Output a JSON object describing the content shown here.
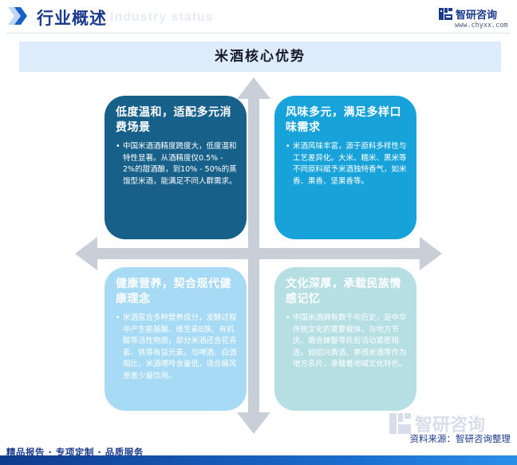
{
  "header": {
    "section_title": "行业概述",
    "ghost_text": "Industry status"
  },
  "brand": {
    "name": "智研咨询",
    "url": "www.chyxx.com"
  },
  "diagram": {
    "title": "米酒核心优势",
    "quadrants": [
      {
        "title": "低度温和，适配多元消费场景",
        "text": "中国米酒酒精度跨度大，低度温和特性显著。从酒精度仅0.5% - 2%的甜酒酿，到10% - 50%的蒸馏型米酒，能满足不同人群需求。",
        "color": "#176089"
      },
      {
        "title": "风味多元，满足多样口味需求",
        "text": "米酒风味丰富，源于原料多样性与工艺差异化。大米、糯米、黑米等不同原料赋予米酒独特香气，如米香、果香、坚果香等。",
        "color": "#17a3da"
      },
      {
        "title": "健康营养，契合现代健康理念",
        "text": "米酒富含多种营养成分，发酵过程中产生氨基酸、维生素B族、有机酸等活性物质，部分米酒还含花青素、铁等有益元素。与啤酒、白酒相比，米酒嘌呤含量低，适合痛风患者少量饮用。",
        "color": "#a7daf4"
      },
      {
        "title": "文化深厚，承载民族情感记忆",
        "text": "中国米酒拥有数千年历史，是中华传统文化的重要载体，与地方节庆、婚丧嫁娶等民俗活动紧密相连。如绍兴黄酒、孝感米酒等作为地方名片，承载着地域文化特色。",
        "color": "#b6dfe3"
      }
    ],
    "axis_color": "#c9cfd8"
  },
  "footer": {
    "tagline": "精品报告 · 专项定制 · 品质服务",
    "source": "资料来源：智研咨询整理"
  },
  "watermark": {
    "text": "智研咨询"
  }
}
